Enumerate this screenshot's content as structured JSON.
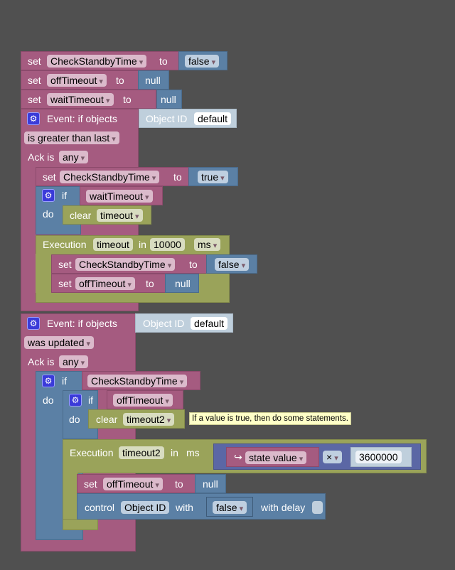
{
  "top": [
    {
      "kw": "set",
      "var": "CheckStandbyTime",
      "to": "to",
      "val": "false"
    },
    {
      "kw": "set",
      "var": "offTimeout",
      "to": "to",
      "val": "null"
    },
    {
      "kw": "set",
      "var": "waitTimeout",
      "to": "to",
      "val": "null"
    }
  ],
  "event1": {
    "title": "Event: if objects",
    "obj_label": "Object ID",
    "obj_val": "default",
    "cond": "is greater than last",
    "ack": "Ack is",
    "ack_val": "any",
    "set1": {
      "kw": "set",
      "var": "CheckStandbyTime",
      "to": "to",
      "val": "true"
    },
    "if": {
      "kw": "if",
      "var": "waitTimeout",
      "do": "do",
      "clear": "clear",
      "clear_val": "timeout"
    },
    "exec": {
      "kw": "Execution",
      "name": "timeout",
      "in": "in",
      "ms_val": "10000",
      "unit": "ms",
      "set1": {
        "kw": "set",
        "var": "CheckStandbyTime",
        "to": "to",
        "val": "false"
      },
      "set2": {
        "kw": "set",
        "var": "offTimeout",
        "to": "to",
        "val": "null"
      }
    }
  },
  "event2": {
    "title": "Event: if objects",
    "obj_label": "Object ID",
    "obj_val": "default",
    "cond": "was updated",
    "ack": "Ack is",
    "ack_val": "any",
    "if": {
      "kw": "if",
      "var": "CheckStandbyTime",
      "do": "do",
      "inner_if": {
        "kw": "if",
        "var": "offTimeout",
        "do": "do",
        "clear": "clear",
        "clear_val": "timeout2"
      },
      "exec": {
        "kw": "Execution",
        "name": "timeout2",
        "in": "in",
        "unit": "ms",
        "state_icon": "↪",
        "state": "state value",
        "op": "×",
        "num": "3600000",
        "set": {
          "kw": "set",
          "var": "offTimeout",
          "to": "to",
          "val": "null"
        },
        "control": {
          "kw": "control",
          "obj": "Object ID",
          "with": "with",
          "val": "false",
          "delay": "with delay"
        }
      }
    }
  },
  "tooltip": "If a value is true, then do some statements."
}
